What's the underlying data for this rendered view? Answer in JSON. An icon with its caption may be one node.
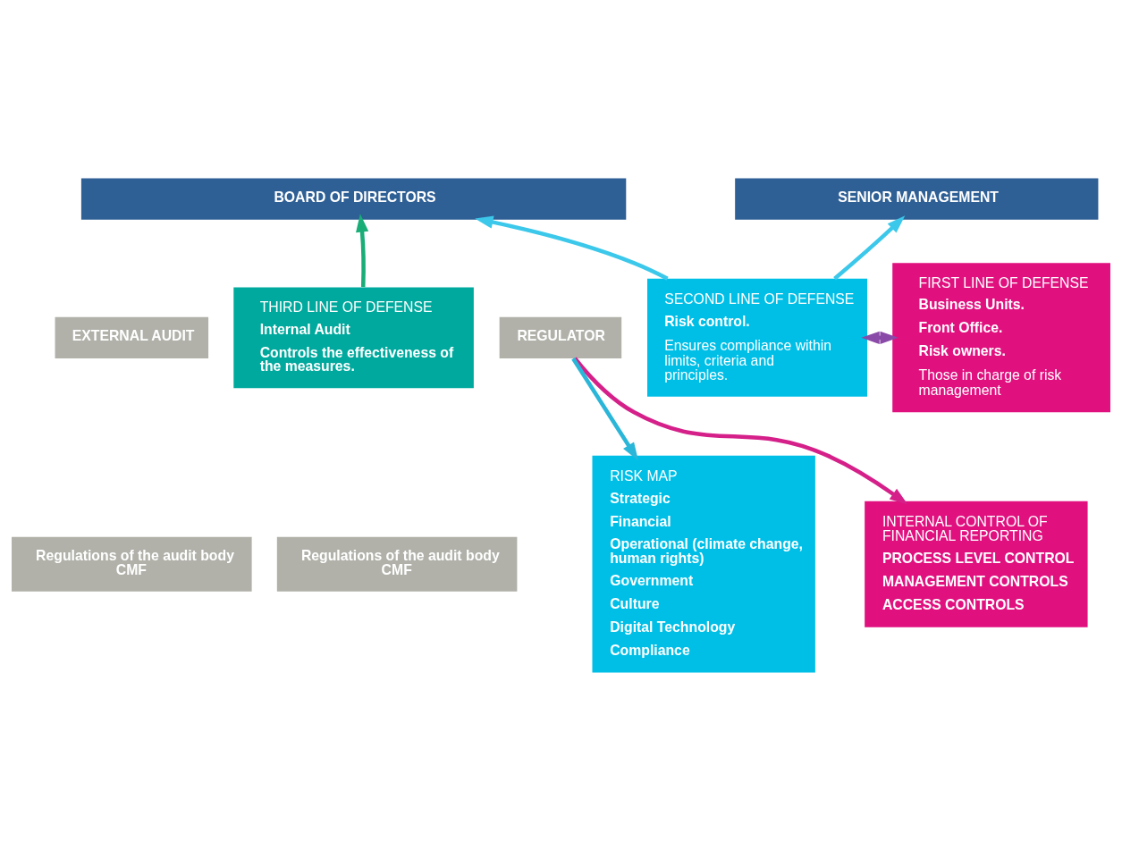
{
  "diagram": {
    "nodes": [
      {
        "text": [
          "BOARD OF DIRECTORS"
        ]
      },
      {
        "text": [
          "SENIOR MANAGEMENT"
        ]
      },
      {
        "text": [
          "FIRST LINE OF DEFENSE",
          "Business Units.",
          "Front Office.",
          "Risk owners.",
          "Those in charge of risk management"
        ]
      },
      {
        "text": [
          "SECOND LINE OF DEFENSE",
          "Risk control.",
          "Ensures compliance within limits, criteria and principles."
        ]
      },
      {
        "text": [
          "THIRD LINE OF DEFENSE",
          "Internal Audit",
          "Controls the effectiveness of the measures."
        ]
      },
      {
        "text": [
          "EXTERNAL AUDIT"
        ]
      },
      {
        "text": [
          "REGULATOR"
        ]
      },
      {
        "text": [
          "INTERNAL CONTROL OF FINANCIAL REPORTING",
          "PROCESS LEVEL CONTROL",
          "MANAGEMENT CONTROLS",
          "ACCESS CONTROLS"
        ]
      },
      {
        "text": [
          "RISK MAP",
          "Strategic",
          "Financial",
          "Operational (climate change, human rights)",
          "Government",
          "Culture",
          "Digital Technology",
          "Compliance"
        ]
      },
      {
        "text": [
          "Regulations of the audit body CMF"
        ]
      },
      {
        "text": [
          "Regulations of the audit body CMF"
        ]
      }
    ],
    "edges": [
      {
        "from": 3,
        "to": 1,
        "arrow": "to",
        "color": "#3cc8ea"
      },
      {
        "from": 3,
        "to": 0,
        "arrow": "to",
        "color": "#3cc8ea"
      },
      {
        "from": 4,
        "to": 0,
        "arrow": "to",
        "color": "#19ad78"
      },
      {
        "from": 2,
        "to": 3,
        "arrow": "both",
        "color": "#8a4aa8"
      },
      {
        "from": 6,
        "to": 8,
        "arrow": "to",
        "color": "#2ab6d8"
      },
      {
        "from": 6,
        "to": 7,
        "arrow": "to",
        "color": "#d5208a"
      }
    ]
  }
}
